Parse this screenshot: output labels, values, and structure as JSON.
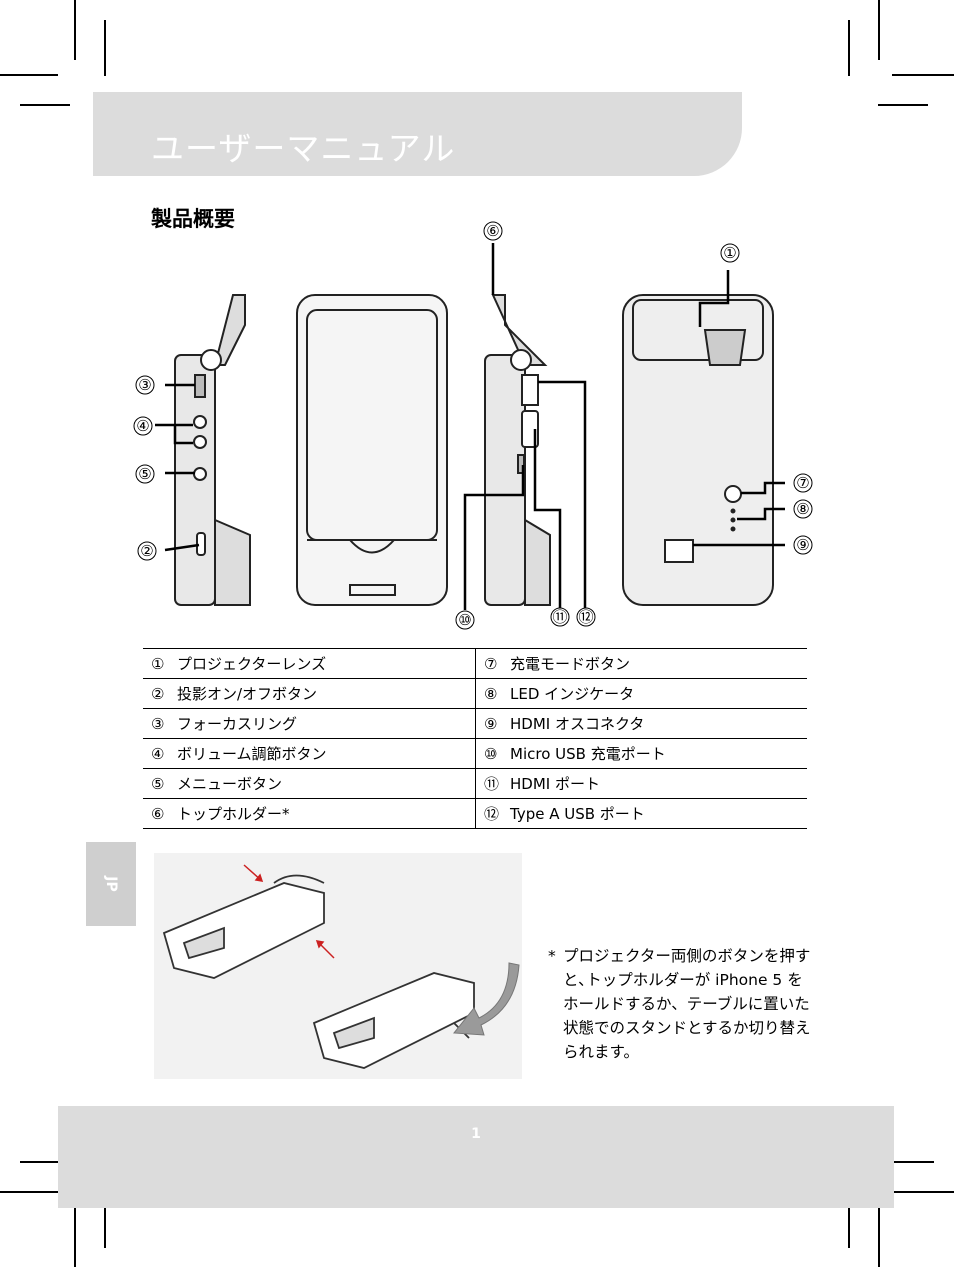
{
  "header": {
    "title": "ユーザーマニュアル"
  },
  "section": {
    "title": "製品概要"
  },
  "callouts": [
    "①",
    "②",
    "③",
    "④",
    "⑤",
    "⑥",
    "⑦",
    "⑧",
    "⑨",
    "⑩",
    "⑪",
    "⑫"
  ],
  "parts": {
    "rows": [
      {
        "left_num": "①",
        "left_label": "プロジェクターレンズ",
        "right_num": "⑦",
        "right_label": "充電モードボタン"
      },
      {
        "left_num": "②",
        "left_label": "投影オン/オフボタン",
        "right_num": "⑧",
        "right_label": "LED インジケータ"
      },
      {
        "left_num": "③",
        "left_label": "フォーカスリング",
        "right_num": "⑨",
        "right_label": "HDMI オスコネクタ"
      },
      {
        "left_num": "④",
        "left_label": "ボリューム調節ボタン",
        "right_num": "⑩",
        "right_label": "Micro USB 充電ポート"
      },
      {
        "left_num": "⑤",
        "left_label": "メニューボタン",
        "right_num": "⑪",
        "right_label": "HDMI ポート"
      },
      {
        "left_num": "⑥",
        "left_label": "トップホルダー*",
        "right_num": "⑫",
        "right_label": "Type A USB ポート"
      }
    ]
  },
  "side_tab": {
    "label": "JP"
  },
  "note": {
    "star": "*",
    "text": "プロジェクター両側のボタンを押すと､トップホルダーが iPhone 5 をホールドするか、テーブルに置いた状態でのスタンドとするか切り替えられます。"
  },
  "footer": {
    "page_number": "1"
  },
  "colors": {
    "band": "#dcdcdc",
    "side_tab": "#cfcfcf",
    "arrow": "#cc2222"
  }
}
